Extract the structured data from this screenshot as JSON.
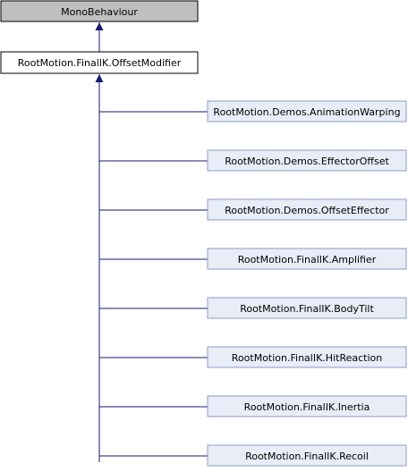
{
  "diagram": {
    "base_class": {
      "label": "MonoBehaviour",
      "fill": "#bfbfbf"
    },
    "parent_class": {
      "label": "RootMotion.FinalIK.OffsetModifier",
      "fill": "#ffffff"
    },
    "derived_classes": [
      {
        "label": "RootMotion.Demos.AnimationWarping"
      },
      {
        "label": "RootMotion.Demos.EffectorOffset"
      },
      {
        "label": "RootMotion.Demos.OffsetEffector"
      },
      {
        "label": "RootMotion.FinalIK.Amplifier"
      },
      {
        "label": "RootMotion.FinalIK.BodyTilt"
      },
      {
        "label": "RootMotion.FinalIK.HitReaction"
      },
      {
        "label": "RootMotion.FinalIK.Inertia"
      },
      {
        "label": "RootMotion.FinalIK.Recoil"
      }
    ],
    "colors": {
      "derived_fill": "#e8edf7",
      "derived_border": "#8a9bc5",
      "box_border": "#000000",
      "edge": "#191970"
    }
  }
}
